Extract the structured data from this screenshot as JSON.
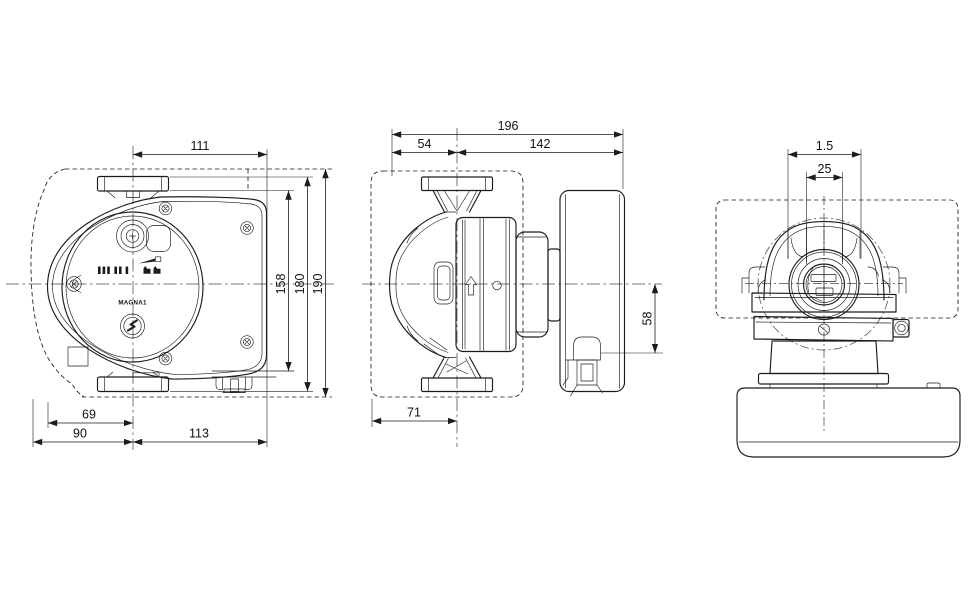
{
  "page": {
    "background": "#ffffff",
    "line_color": "#1c1c1c"
  },
  "drawing": {
    "product_label": "MAGNA1",
    "front_view": {
      "dim_width_top": "111",
      "dim_height_1": "158",
      "dim_height_2": "180",
      "dim_height_3": "190",
      "dim_bottom_inner": "69",
      "dim_bottom_left": "90",
      "dim_bottom_right": "113"
    },
    "side_view": {
      "dim_total_length": "196",
      "dim_left_segment": "54",
      "dim_right_segment": "142",
      "dim_below_axis": "58",
      "dim_foot_offset": "71"
    },
    "top_view": {
      "dim_connection_size": "1.5",
      "dim_port_bore": "25"
    },
    "icons": {
      "control_knob": "concentric-rings",
      "display_window": "rounded-rect",
      "speed_bars": "III II I",
      "gauge_needle": "needle-pointer",
      "pump_mode": "pump-glyphs",
      "grundfos_logo": "stylized-arrow",
      "flow_arrow": "up-arrow-outline"
    }
  }
}
